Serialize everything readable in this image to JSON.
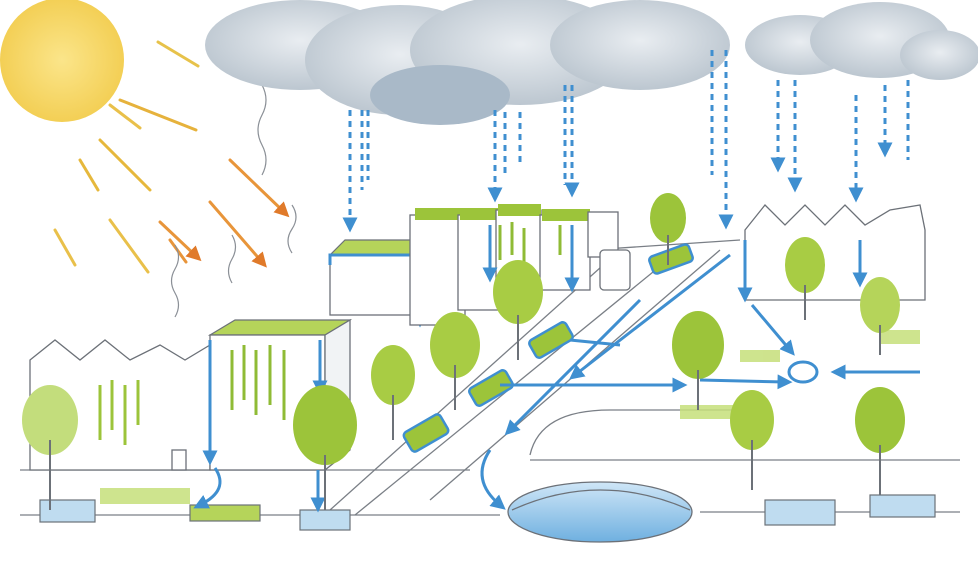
{
  "illustration": {
    "style": "hand-drawn watercolor sketch",
    "elements": [
      "sun-icon",
      "sun-ray-arrows",
      "heat-haze",
      "rain-clouds",
      "rain-arrows",
      "green-roofs",
      "green-facades",
      "street-trees",
      "bioswale-planters",
      "runoff-flow-arrows",
      "retention-pond",
      "underground-storage"
    ]
  },
  "colors": {
    "sun": "#f7d96a",
    "sun_rays": "#e89a3a",
    "cloud": "#c9d3dc",
    "water": "#3f8fd0",
    "greenery": "#9cc43a",
    "tree_dark": "#6f9a2a",
    "ink": "#5a5f66"
  }
}
